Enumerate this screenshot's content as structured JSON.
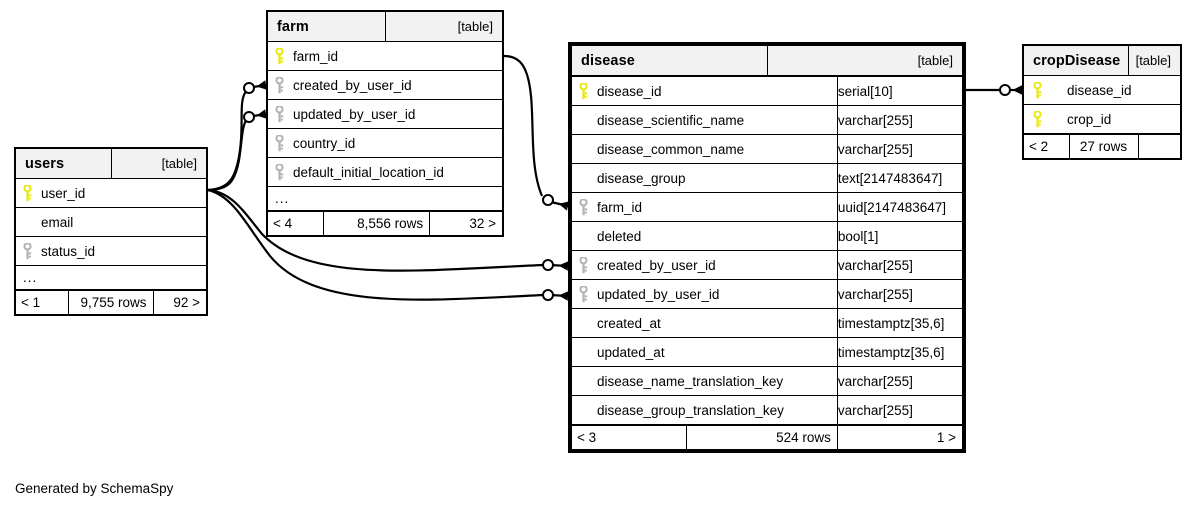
{
  "diagram": {
    "caption": "Generated by SchemaSpy",
    "table_tag": "[table]",
    "colors": {
      "primary_key": "#e8e80c",
      "foreign_key": "#b3b3b3",
      "header_background": "#f2f2f2",
      "border": "#000000",
      "background": "#ffffff"
    },
    "ellipsis": "..."
  },
  "tables": {
    "users": {
      "name": "users",
      "tag": "[table]",
      "columns": [
        {
          "key": "primary",
          "name": "user_id",
          "type": ""
        },
        {
          "key": "none",
          "name": "email",
          "type": ""
        },
        {
          "key": "foreign",
          "name": "status_id",
          "type": ""
        }
      ],
      "has_more": true,
      "more_label": "...",
      "footer": {
        "prev": "< 1",
        "rows": "9,755 rows",
        "next": "92 >"
      }
    },
    "farm": {
      "name": "farm",
      "tag": "[table]",
      "columns": [
        {
          "key": "primary",
          "name": "farm_id",
          "type": ""
        },
        {
          "key": "foreign",
          "name": "created_by_user_id",
          "type": ""
        },
        {
          "key": "foreign",
          "name": "updated_by_user_id",
          "type": ""
        },
        {
          "key": "foreign",
          "name": "country_id",
          "type": ""
        },
        {
          "key": "foreign",
          "name": "default_initial_location_id",
          "type": ""
        }
      ],
      "has_more": true,
      "more_label": "...",
      "footer": {
        "prev": "< 4",
        "rows": "8,556 rows",
        "next": "32 >"
      }
    },
    "disease": {
      "name": "disease",
      "tag": "[table]",
      "columns": [
        {
          "key": "primary",
          "name": "disease_id",
          "type": "serial[10]"
        },
        {
          "key": "none",
          "name": "disease_scientific_name",
          "type": "varchar[255]"
        },
        {
          "key": "none",
          "name": "disease_common_name",
          "type": "varchar[255]"
        },
        {
          "key": "none",
          "name": "disease_group",
          "type": "text[2147483647]"
        },
        {
          "key": "foreign",
          "name": "farm_id",
          "type": "uuid[2147483647]"
        },
        {
          "key": "none",
          "name": "deleted",
          "type": "bool[1]"
        },
        {
          "key": "foreign",
          "name": "created_by_user_id",
          "type": "varchar[255]"
        },
        {
          "key": "foreign",
          "name": "updated_by_user_id",
          "type": "varchar[255]"
        },
        {
          "key": "none",
          "name": "created_at",
          "type": "timestamptz[35,6]"
        },
        {
          "key": "none",
          "name": "updated_at",
          "type": "timestamptz[35,6]"
        },
        {
          "key": "none",
          "name": "disease_name_translation_key",
          "type": "varchar[255]"
        },
        {
          "key": "none",
          "name": "disease_group_translation_key",
          "type": "varchar[255]"
        }
      ],
      "has_more": false,
      "more_label": "",
      "footer": {
        "prev": "< 3",
        "rows": "524 rows",
        "next": "1 >"
      }
    },
    "cropDisease": {
      "name": "cropDisease",
      "tag": "[table]",
      "columns": [
        {
          "key": "primary",
          "name": "disease_id",
          "type": ""
        },
        {
          "key": "primary",
          "name": "crop_id",
          "type": ""
        }
      ],
      "has_more": false,
      "more_label": "",
      "footer": {
        "prev": "< 2",
        "rows": "27 rows",
        "next": ""
      }
    }
  },
  "relationships": [
    {
      "from": "users.user_id",
      "to": "farm.created_by_user_id"
    },
    {
      "from": "users.user_id",
      "to": "farm.updated_by_user_id"
    },
    {
      "from": "users.user_id",
      "to": "disease.created_by_user_id"
    },
    {
      "from": "users.user_id",
      "to": "disease.updated_by_user_id"
    },
    {
      "from": "farm.farm_id",
      "to": "disease.farm_id"
    },
    {
      "from": "disease.disease_id",
      "to": "cropDisease.disease_id"
    }
  ]
}
